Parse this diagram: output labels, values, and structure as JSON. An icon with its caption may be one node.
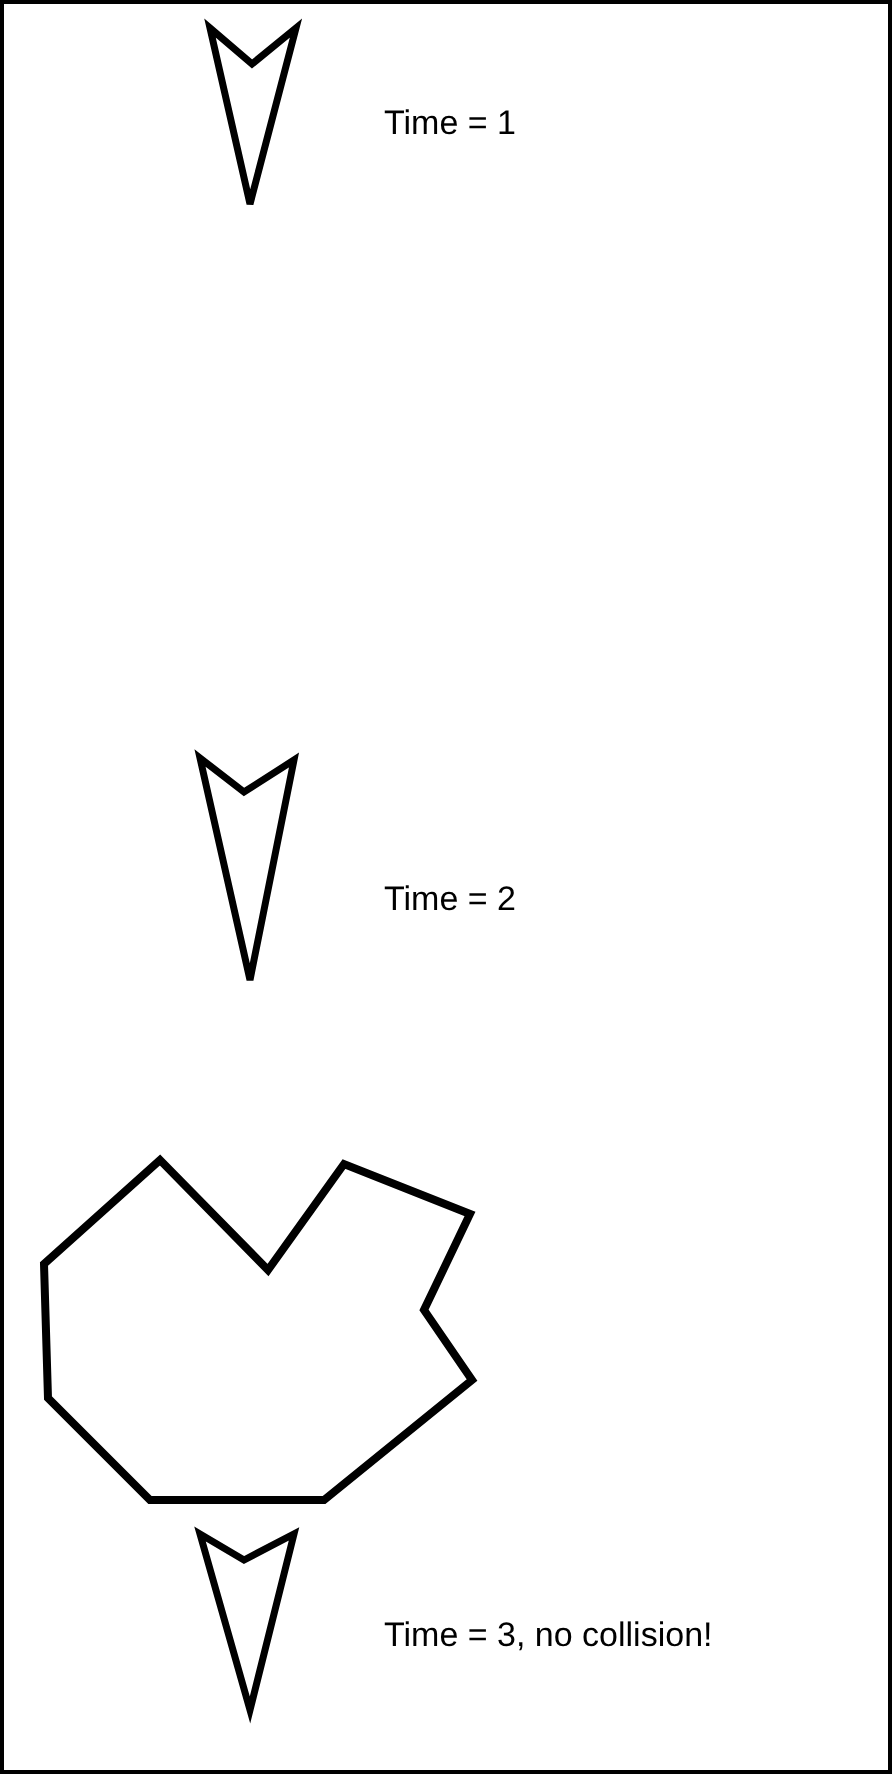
{
  "diagram": {
    "nodes": [
      {
        "text": [],
        "shape": "arrowhead",
        "beside": [
          "Time = 1"
        ]
      },
      {
        "text": [],
        "shape": "arrowhead",
        "beside": [
          "Time = 2"
        ]
      },
      {
        "text": [],
        "shape": "polygon"
      },
      {
        "text": [],
        "shape": "arrowhead",
        "beside": [
          "Time = 3, no collision!"
        ]
      }
    ]
  }
}
